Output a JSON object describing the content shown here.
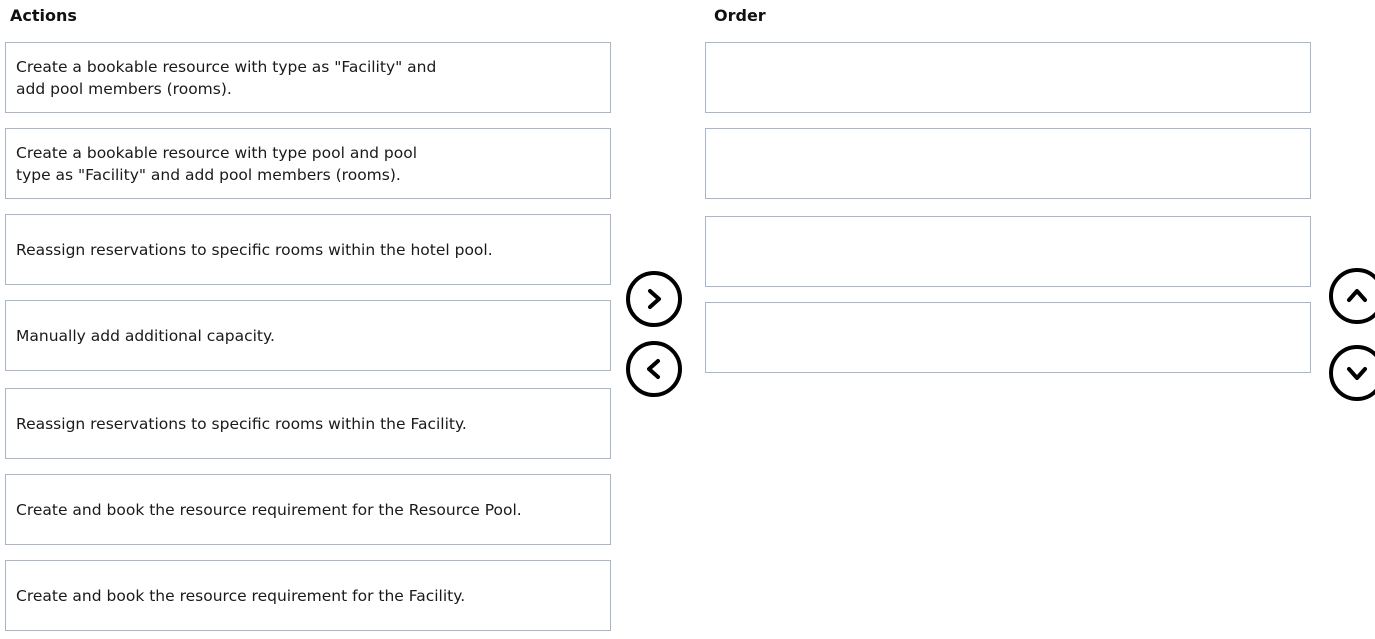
{
  "headings": {
    "actions": "Actions",
    "order": "Order"
  },
  "actions": [
    {
      "line1": "Create a bookable resource with type as \"Facility\" and",
      "line2": "add pool members (rooms)."
    },
    {
      "line1": "Create a bookable resource with type pool and pool",
      "line2": "type as \"Facility\" and add pool members (rooms)."
    },
    {
      "line1": "Reassign reservations to specific rooms within the hotel pool.",
      "line2": ""
    },
    {
      "line1": "Manually add additional capacity.",
      "line2": ""
    },
    {
      "line1": "Reassign reservations to specific rooms within the Facility.",
      "line2": ""
    },
    {
      "line1": "Create and book the resource requirement for the Resource Pool.",
      "line2": ""
    },
    {
      "line1": "Create and book the resource requirement for the Facility.",
      "line2": ""
    }
  ],
  "order_slots": [
    "",
    "",
    "",
    ""
  ],
  "controls": {
    "move_right_icon": "chevron-right-icon",
    "move_left_icon": "chevron-left-icon",
    "move_up_icon": "chevron-up-icon",
    "move_down_icon": "chevron-down-icon"
  },
  "colors": {
    "box_border": "#a9b5c9",
    "button_border": "#000000"
  }
}
